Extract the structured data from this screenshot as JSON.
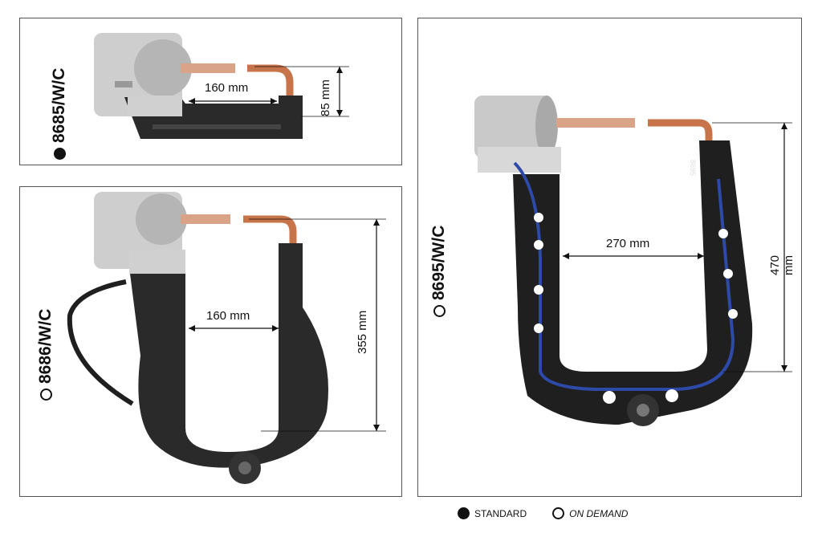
{
  "panels": [
    {
      "model": "8685/W/C",
      "status": "standard",
      "dims": [
        "160 mm",
        "85 mm"
      ]
    },
    {
      "model": "8686/W/C",
      "status": "on-demand",
      "dims": [
        "160 mm",
        "355 mm"
      ]
    },
    {
      "model": "8695/W/C",
      "status": "on-demand",
      "dims": [
        "270 mm",
        "470 mm"
      ],
      "arm_marking": "8695"
    }
  ],
  "legend": {
    "standard_label": "STANDARD",
    "on_demand_label": "ON DEMAND"
  },
  "colors": {
    "arm": "#2a2a2a",
    "copper": "#c8744a",
    "housing": "#c9c9c9",
    "hose_blue": "#2e4aa8"
  }
}
